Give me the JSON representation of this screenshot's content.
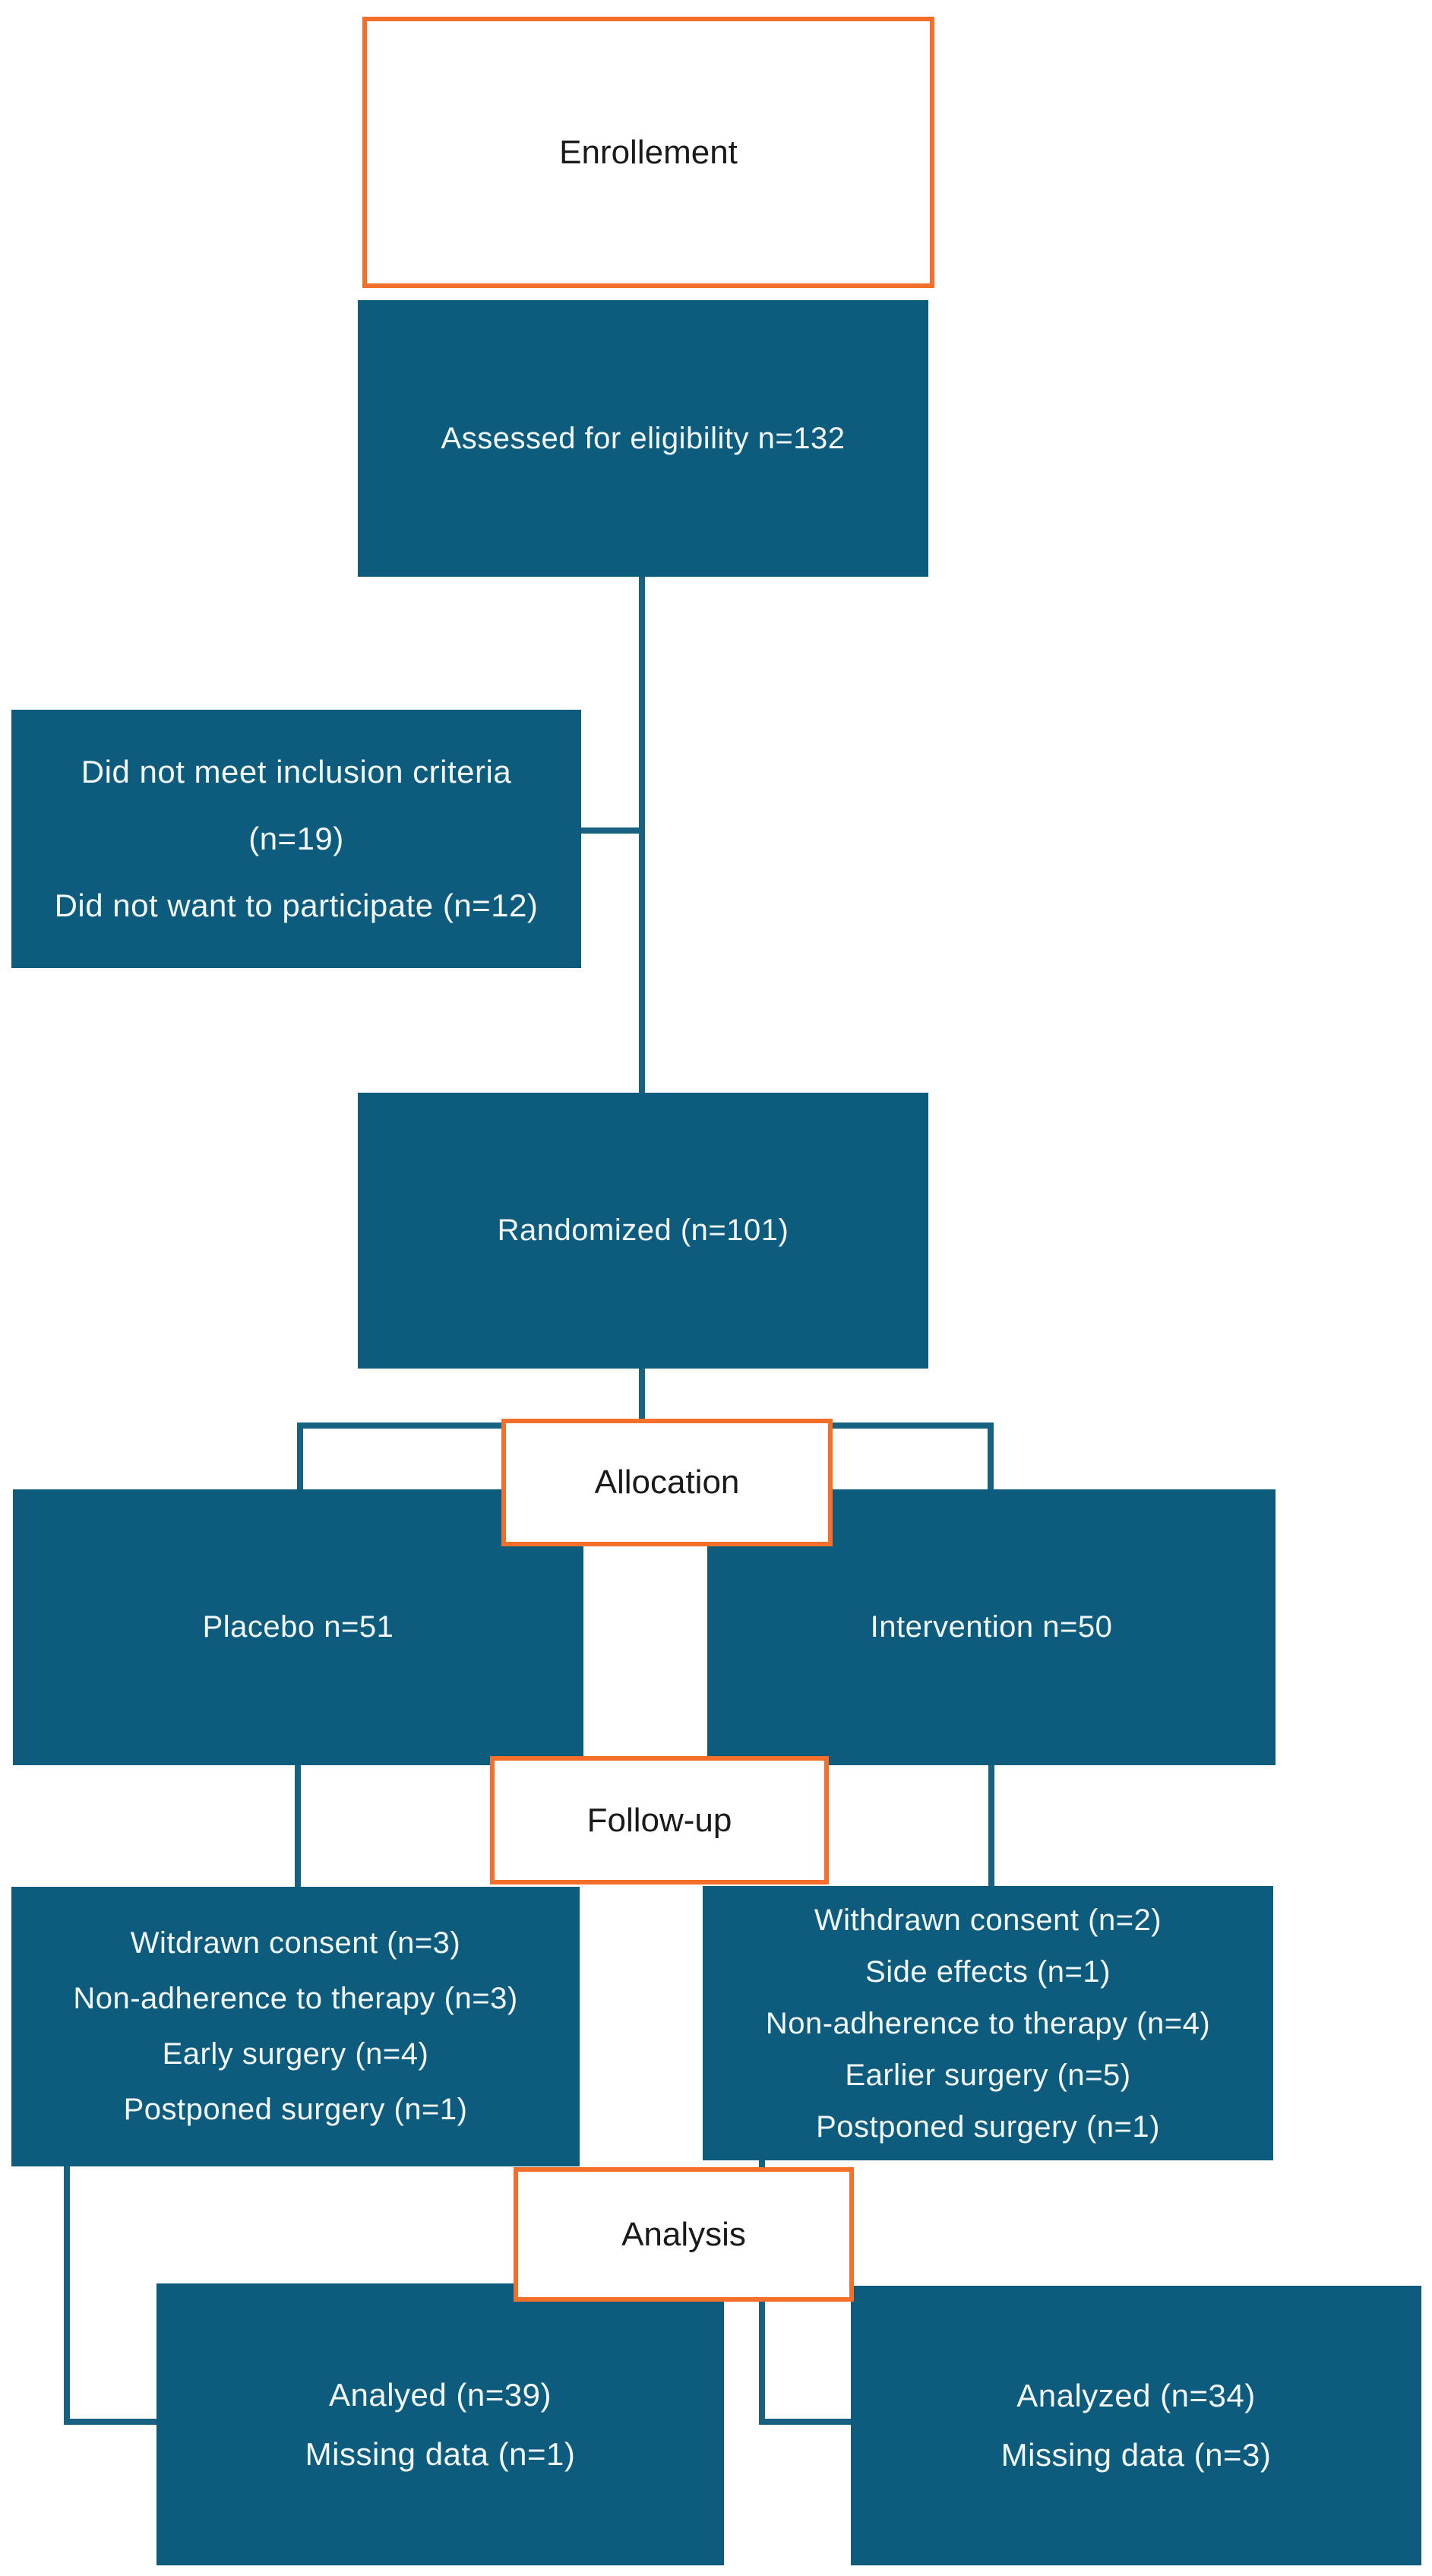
{
  "diagram_type": "clinical-trial-flowchart",
  "colors": {
    "box_fill": "#0D5B7D",
    "box_text": "#F2F8FB",
    "connector": "#166280",
    "stage_border": "#F4702A",
    "stage_bg": "#FFFFFF",
    "stage_text": "#1A1A1A"
  },
  "stages": {
    "enrollment": "Enrollement",
    "allocation": "Allocation",
    "followup": "Follow-up",
    "analysis": "Analysis"
  },
  "boxes": {
    "assessed": {
      "text": "Assessed for eligibility n=132"
    },
    "excluded": {
      "lines": [
        "Did not meet inclusion criteria",
        "(n=19)",
        "Did not want to participate (n=12)"
      ]
    },
    "randomized": {
      "text": "Randomized (n=101)"
    },
    "placebo": {
      "text": "Placebo n=51"
    },
    "intervention": {
      "text": "Intervention n=50"
    },
    "placebo_followup": {
      "lines": [
        "Witdrawn consent (n=3)",
        "Non-adherence to therapy (n=3)",
        "Early surgery (n=4)",
        "Postponed surgery (n=1)"
      ]
    },
    "intervention_followup": {
      "lines": [
        "Withdrawn consent (n=2)",
        "Side effects (n=1)",
        "Non-adherence to therapy (n=4)",
        "Earlier surgery (n=5)",
        "Postponed surgery (n=1)"
      ]
    },
    "placebo_analysis": {
      "lines": [
        "Analyed (n=39)",
        "Missing data (n=1)"
      ]
    },
    "intervention_analysis": {
      "lines": [
        "Analyzed (n=34)",
        "Missing data (n=3)"
      ]
    }
  }
}
